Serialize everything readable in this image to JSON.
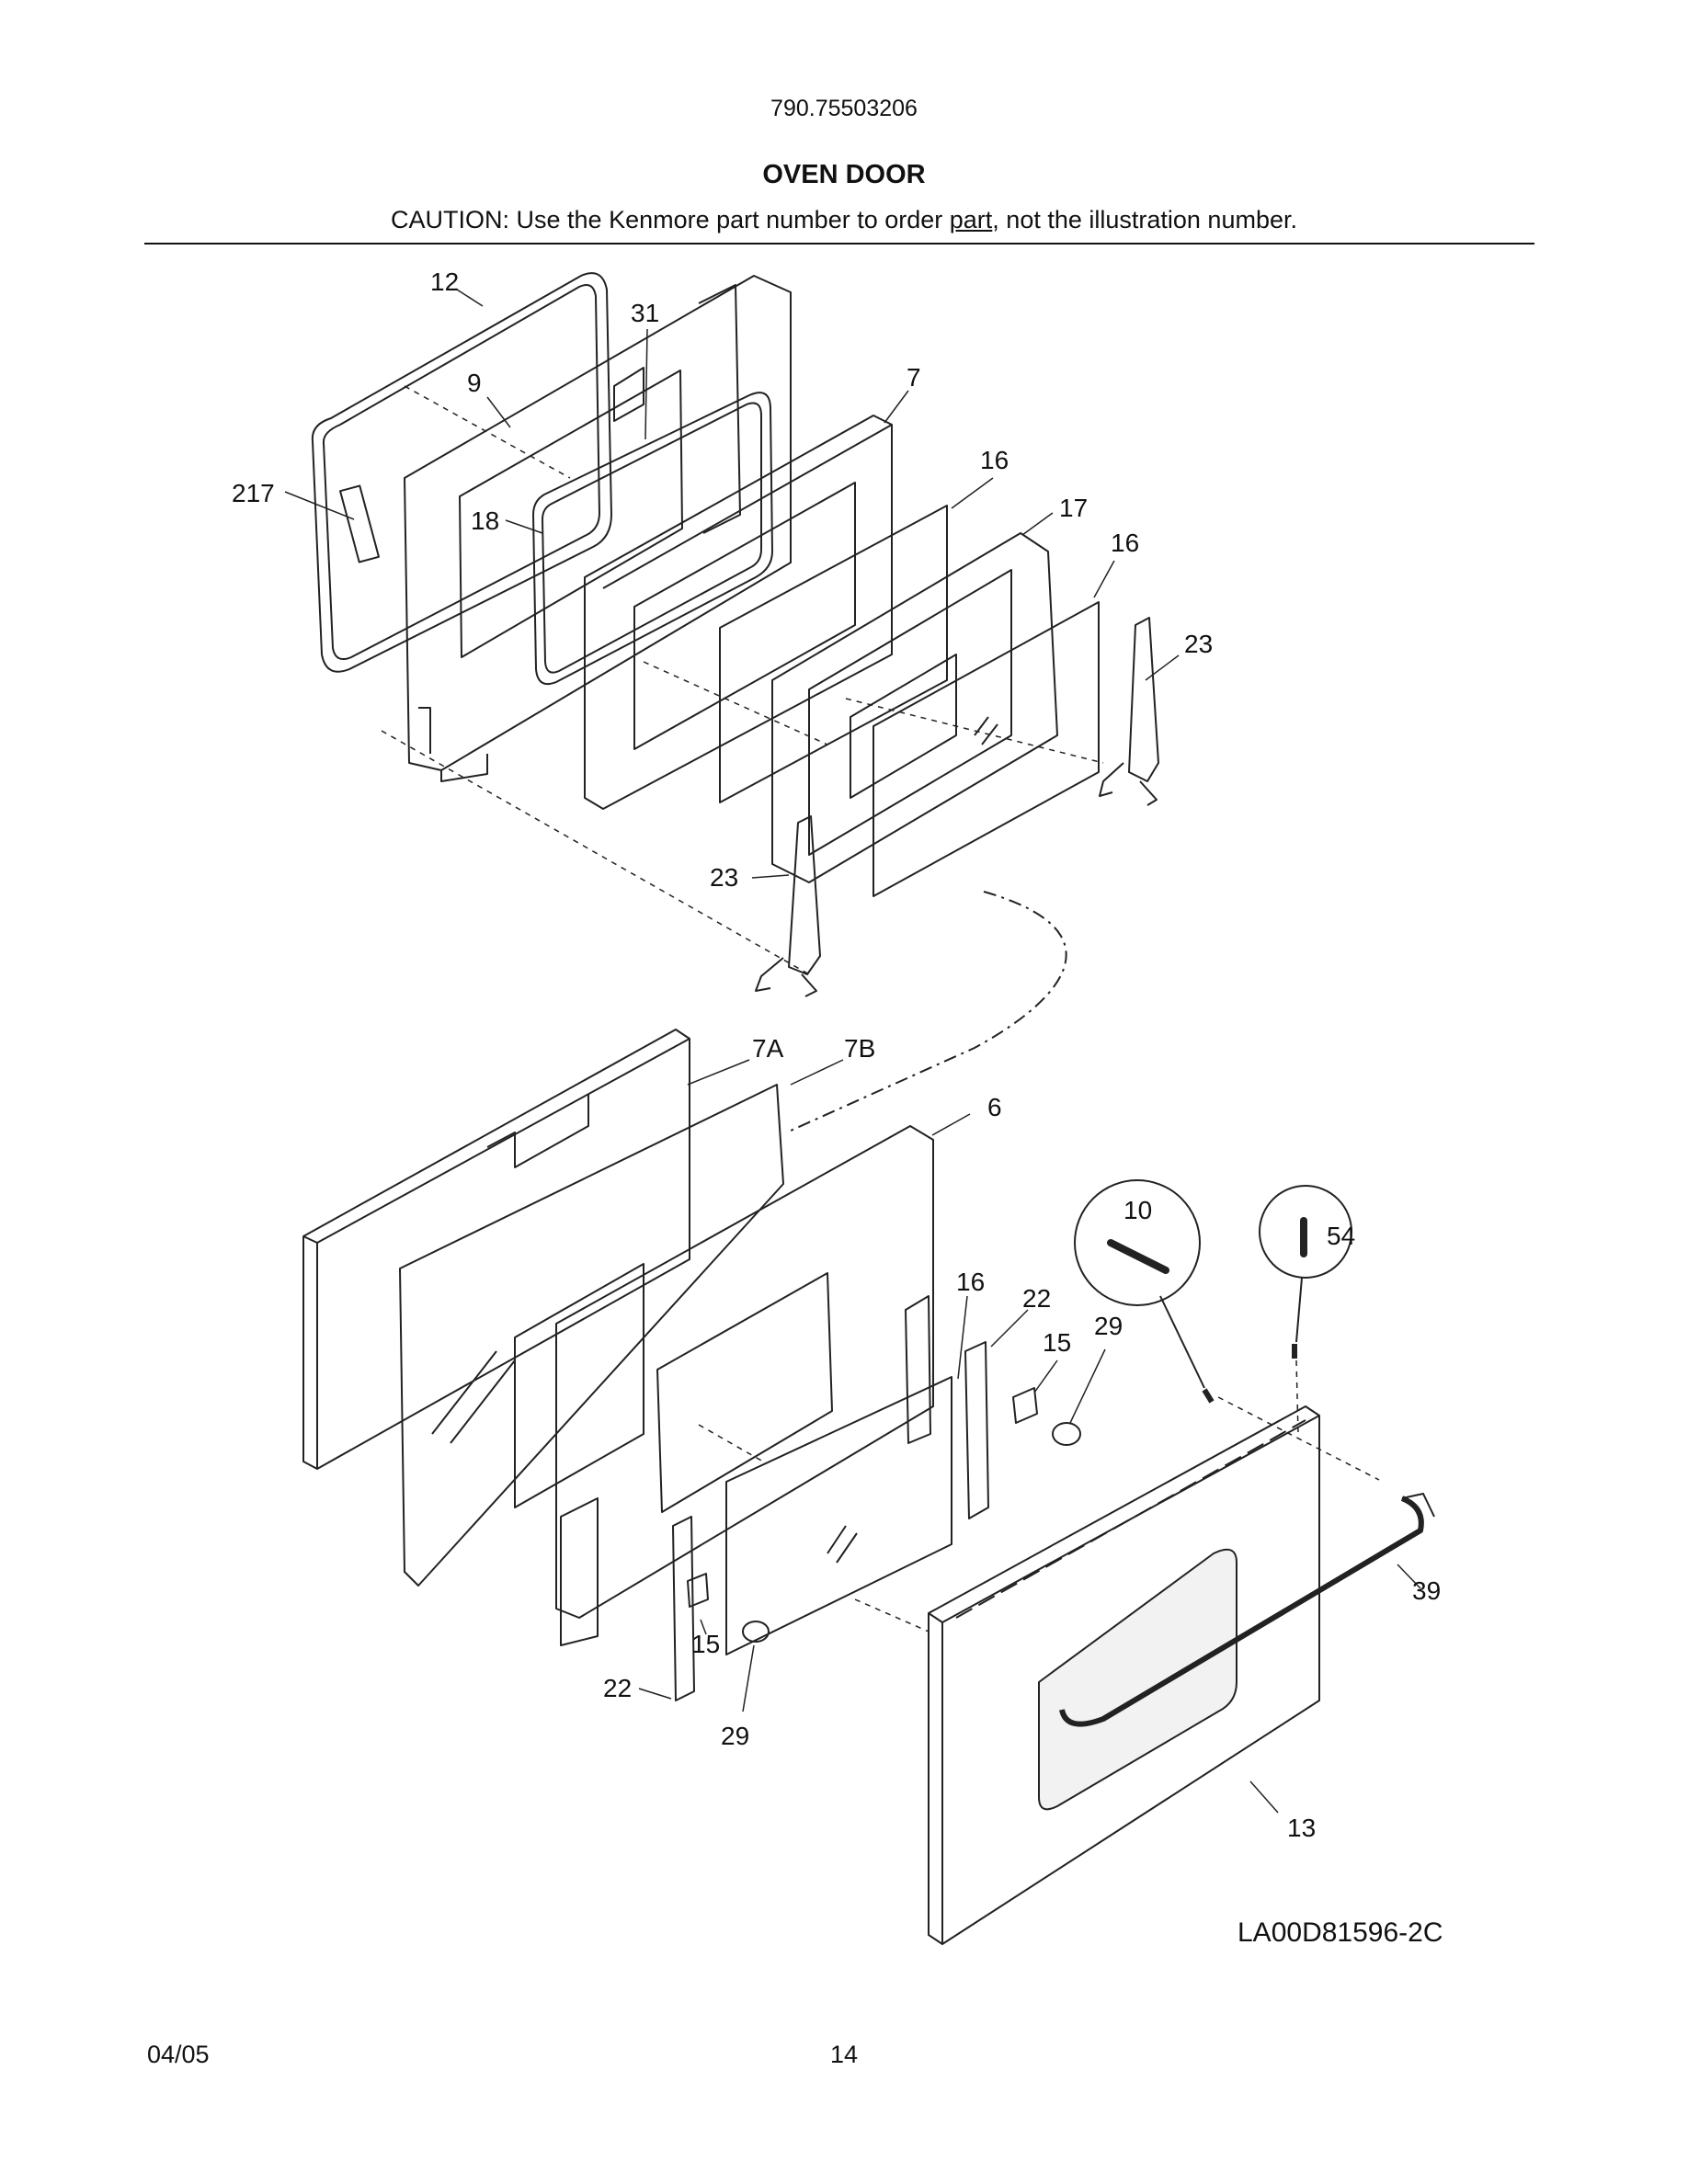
{
  "header": {
    "model_number": "790.75503206",
    "section_title": "OVEN DOOR",
    "caution_before": "CAUTION: Use the Kenmore part number to order ",
    "caution_underlined": "part",
    "caution_after": ", not the illustration number."
  },
  "callouts": {
    "c12": "12",
    "c31": "31",
    "c9": "9",
    "c7": "7",
    "c217": "217",
    "c18": "18",
    "c16a": "16",
    "c17": "17",
    "c16b": "16",
    "c23a": "23",
    "c23b": "23",
    "c7A": "7A",
    "c7B": "7B",
    "c6": "6",
    "c10": "10",
    "c54": "54",
    "c16c": "16",
    "c22a": "22",
    "c15a": "15",
    "c29a": "29",
    "c39": "39",
    "c15b": "15",
    "c22b": "22",
    "c29b": "29",
    "c13": "13"
  },
  "drawing_id": "LA00D81596-2C",
  "footer": {
    "date": "04/05",
    "page": "14"
  }
}
